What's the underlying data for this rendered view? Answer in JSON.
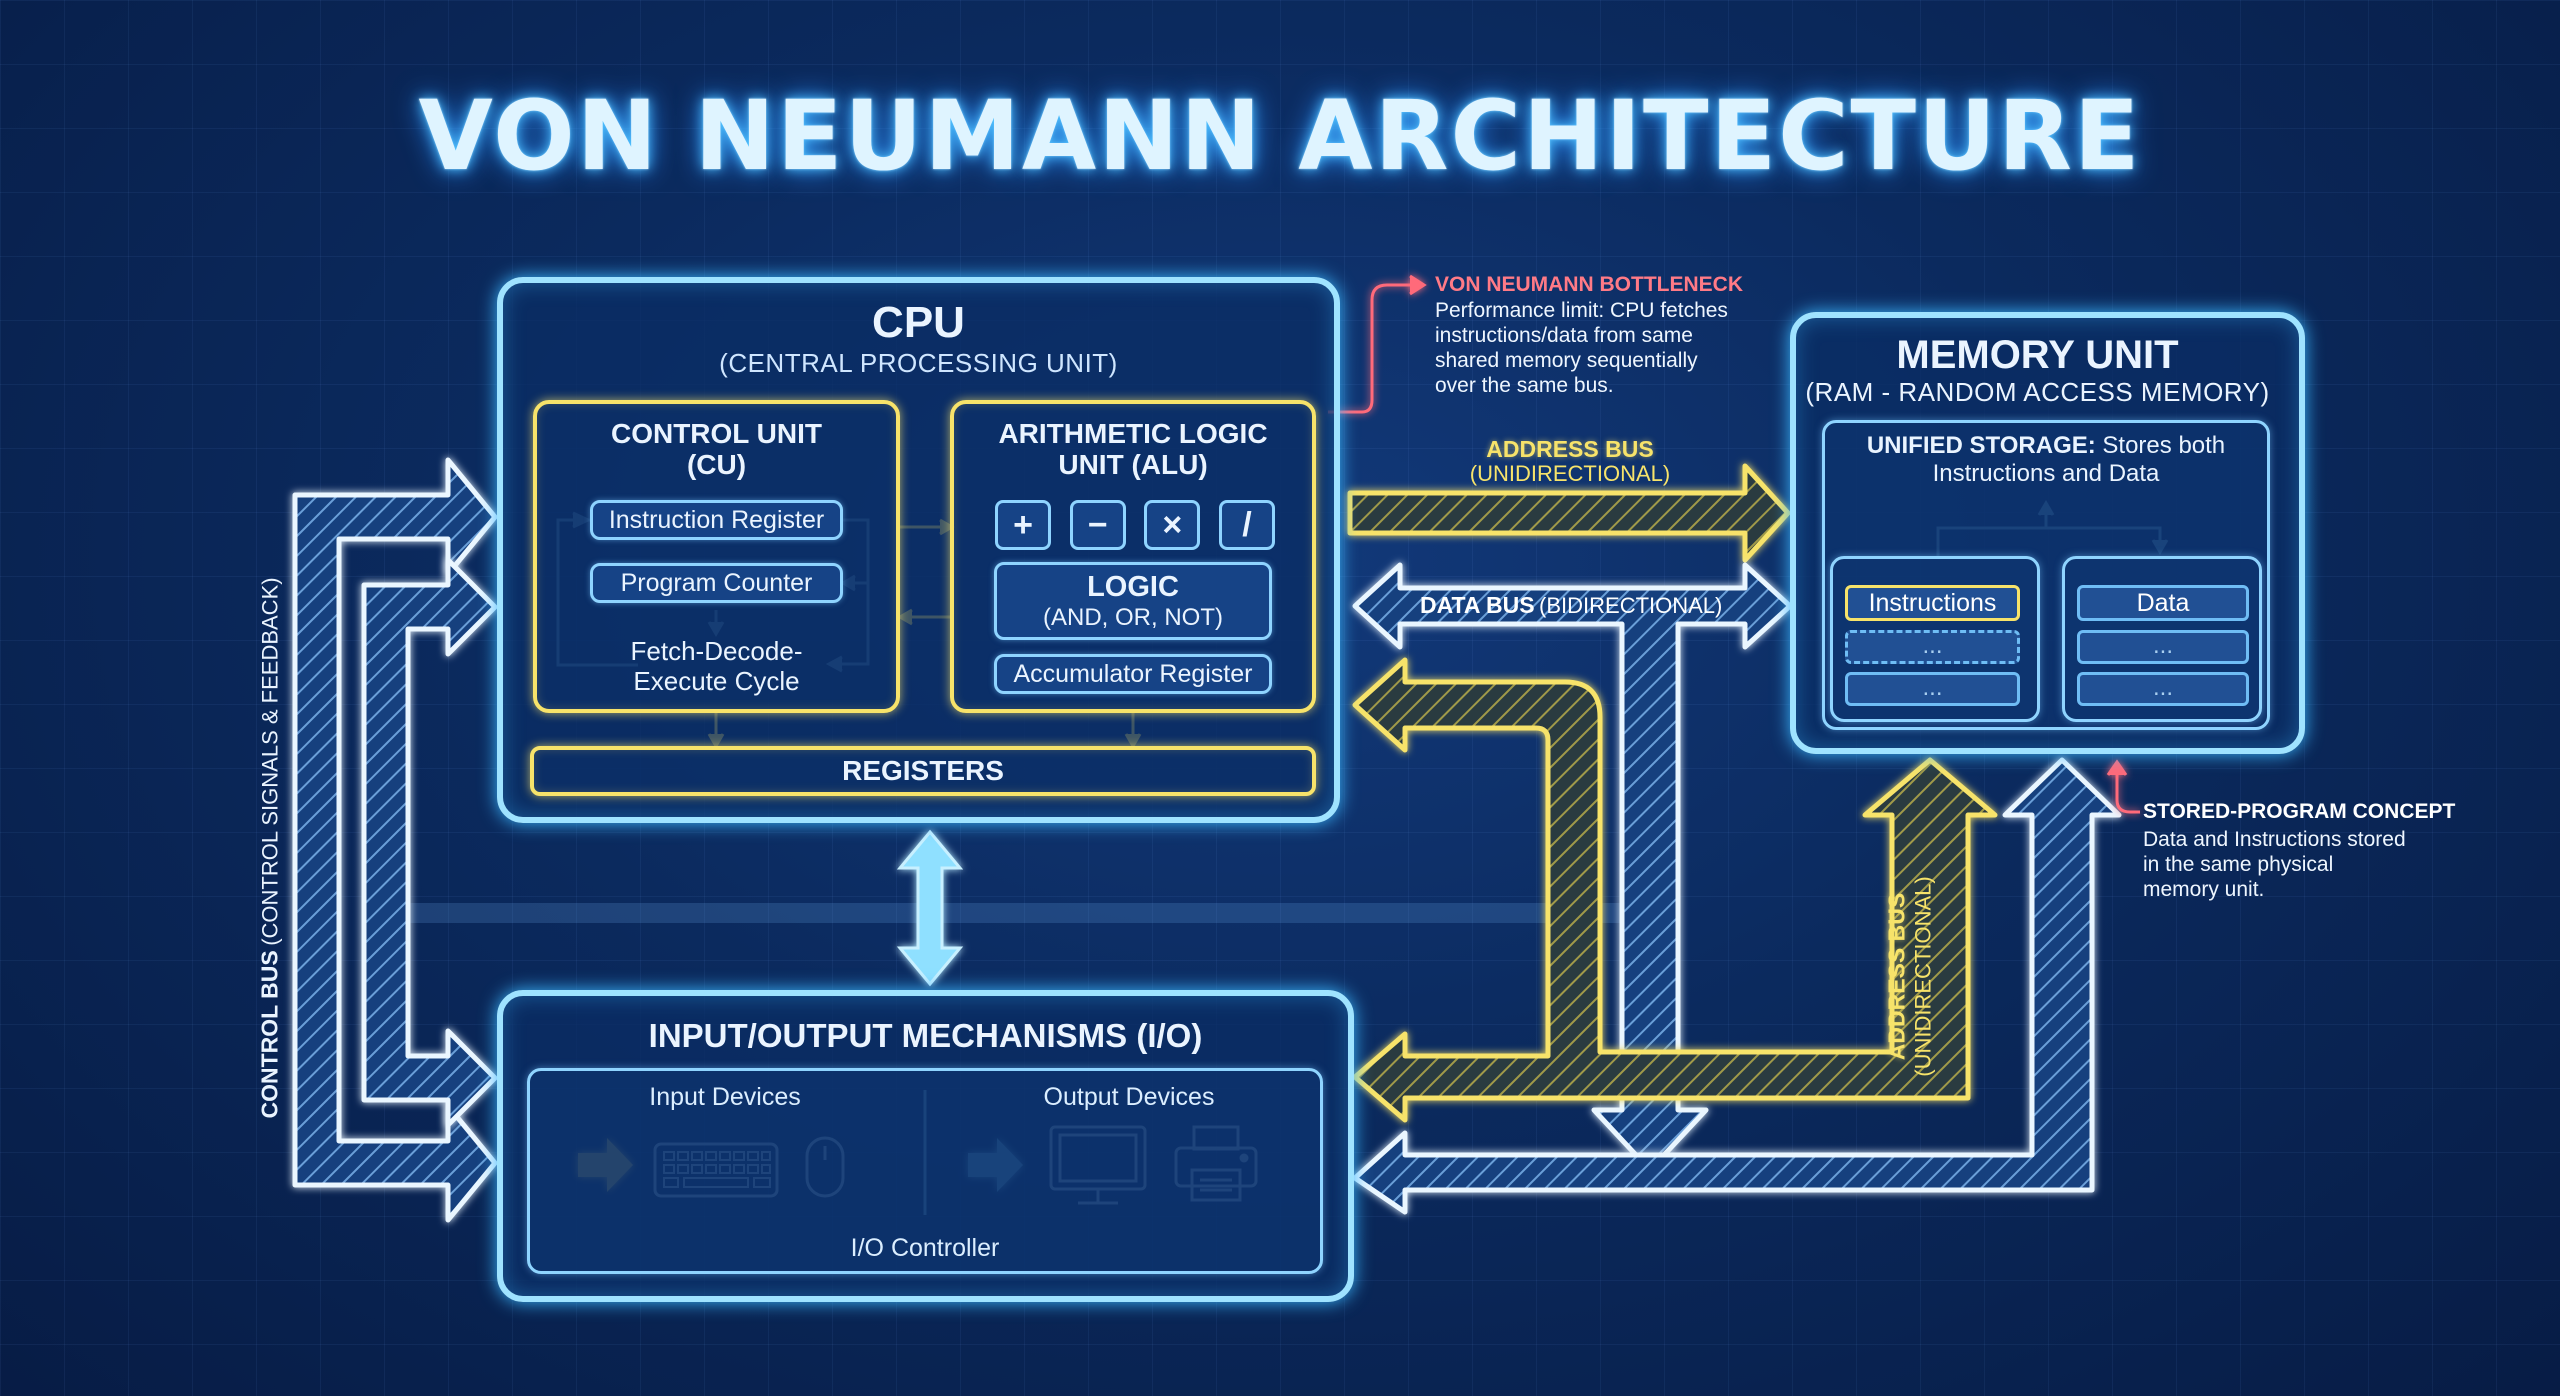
{
  "title": "VON NEUMANN ARCHITECTURE",
  "colors": {
    "accent_cyan": "#9fe3ff",
    "accent_yellow": "#f7e36a",
    "warning_red": "#ff6b7a",
    "background": "#0b2a5e"
  },
  "cpu": {
    "title": "CPU",
    "subtitle": "(CENTRAL PROCESSING UNIT)",
    "control_unit": {
      "title": "CONTROL UNIT",
      "abbr": "(CU)",
      "instruction_register": "Instruction Register",
      "program_counter": "Program Counter",
      "cycle_line1": "Fetch-Decode-",
      "cycle_line2": "Execute Cycle"
    },
    "alu": {
      "title_line1": "ARITHMETIC LOGIC",
      "title_line2": "UNIT (ALU)",
      "ops": [
        "+",
        "−",
        "×",
        "/"
      ],
      "logic_title": "LOGIC",
      "logic_sub": "(AND, OR, NOT)",
      "accumulator": "Accumulator Register"
    },
    "registers": "REGISTERS"
  },
  "bottleneck": {
    "title": "VON NEUMANN BOTTLENECK",
    "lines": [
      "Performance limit: CPU fetches",
      "instructions/data from same",
      "shared memory sequentially",
      "over the same bus."
    ]
  },
  "memory": {
    "title": "MEMORY UNIT",
    "subtitle": "(RAM - RANDOM ACCESS MEMORY)",
    "storage_label": "UNIFIED STORAGE:",
    "storage_text_1": "Stores both",
    "storage_text_2": "Instructions and Data",
    "instructions": "Instructions",
    "data": "Data",
    "ellipsis": "..."
  },
  "stored_program": {
    "title": "STORED-PROGRAM CONCEPT",
    "lines": [
      "Data and Instructions stored",
      "in the same physical",
      "memory unit."
    ]
  },
  "buses": {
    "address_bus_top": "ADDRESS BUS",
    "address_bus_top_sub": "(UNIDIRECTIONAL)",
    "data_bus": "DATA BUS",
    "data_bus_sub": "(BIDIRECTIONAL)",
    "address_bus_side": "ADDRESS BUS",
    "address_bus_side_sub": "(UNIDIRECTIONAL)",
    "control_bus": "CONTROL BUS",
    "control_bus_sub": "(CONTROL SIGNALS & FEEDBACK)"
  },
  "io": {
    "title": "INPUT/OUTPUT MECHANISMS (I/O)",
    "input_devices": "Input Devices",
    "output_devices": "Output Devices",
    "controller": "I/O Controller",
    "icons": [
      "keyboard-icon",
      "mouse-icon",
      "monitor-icon",
      "printer-icon"
    ]
  }
}
